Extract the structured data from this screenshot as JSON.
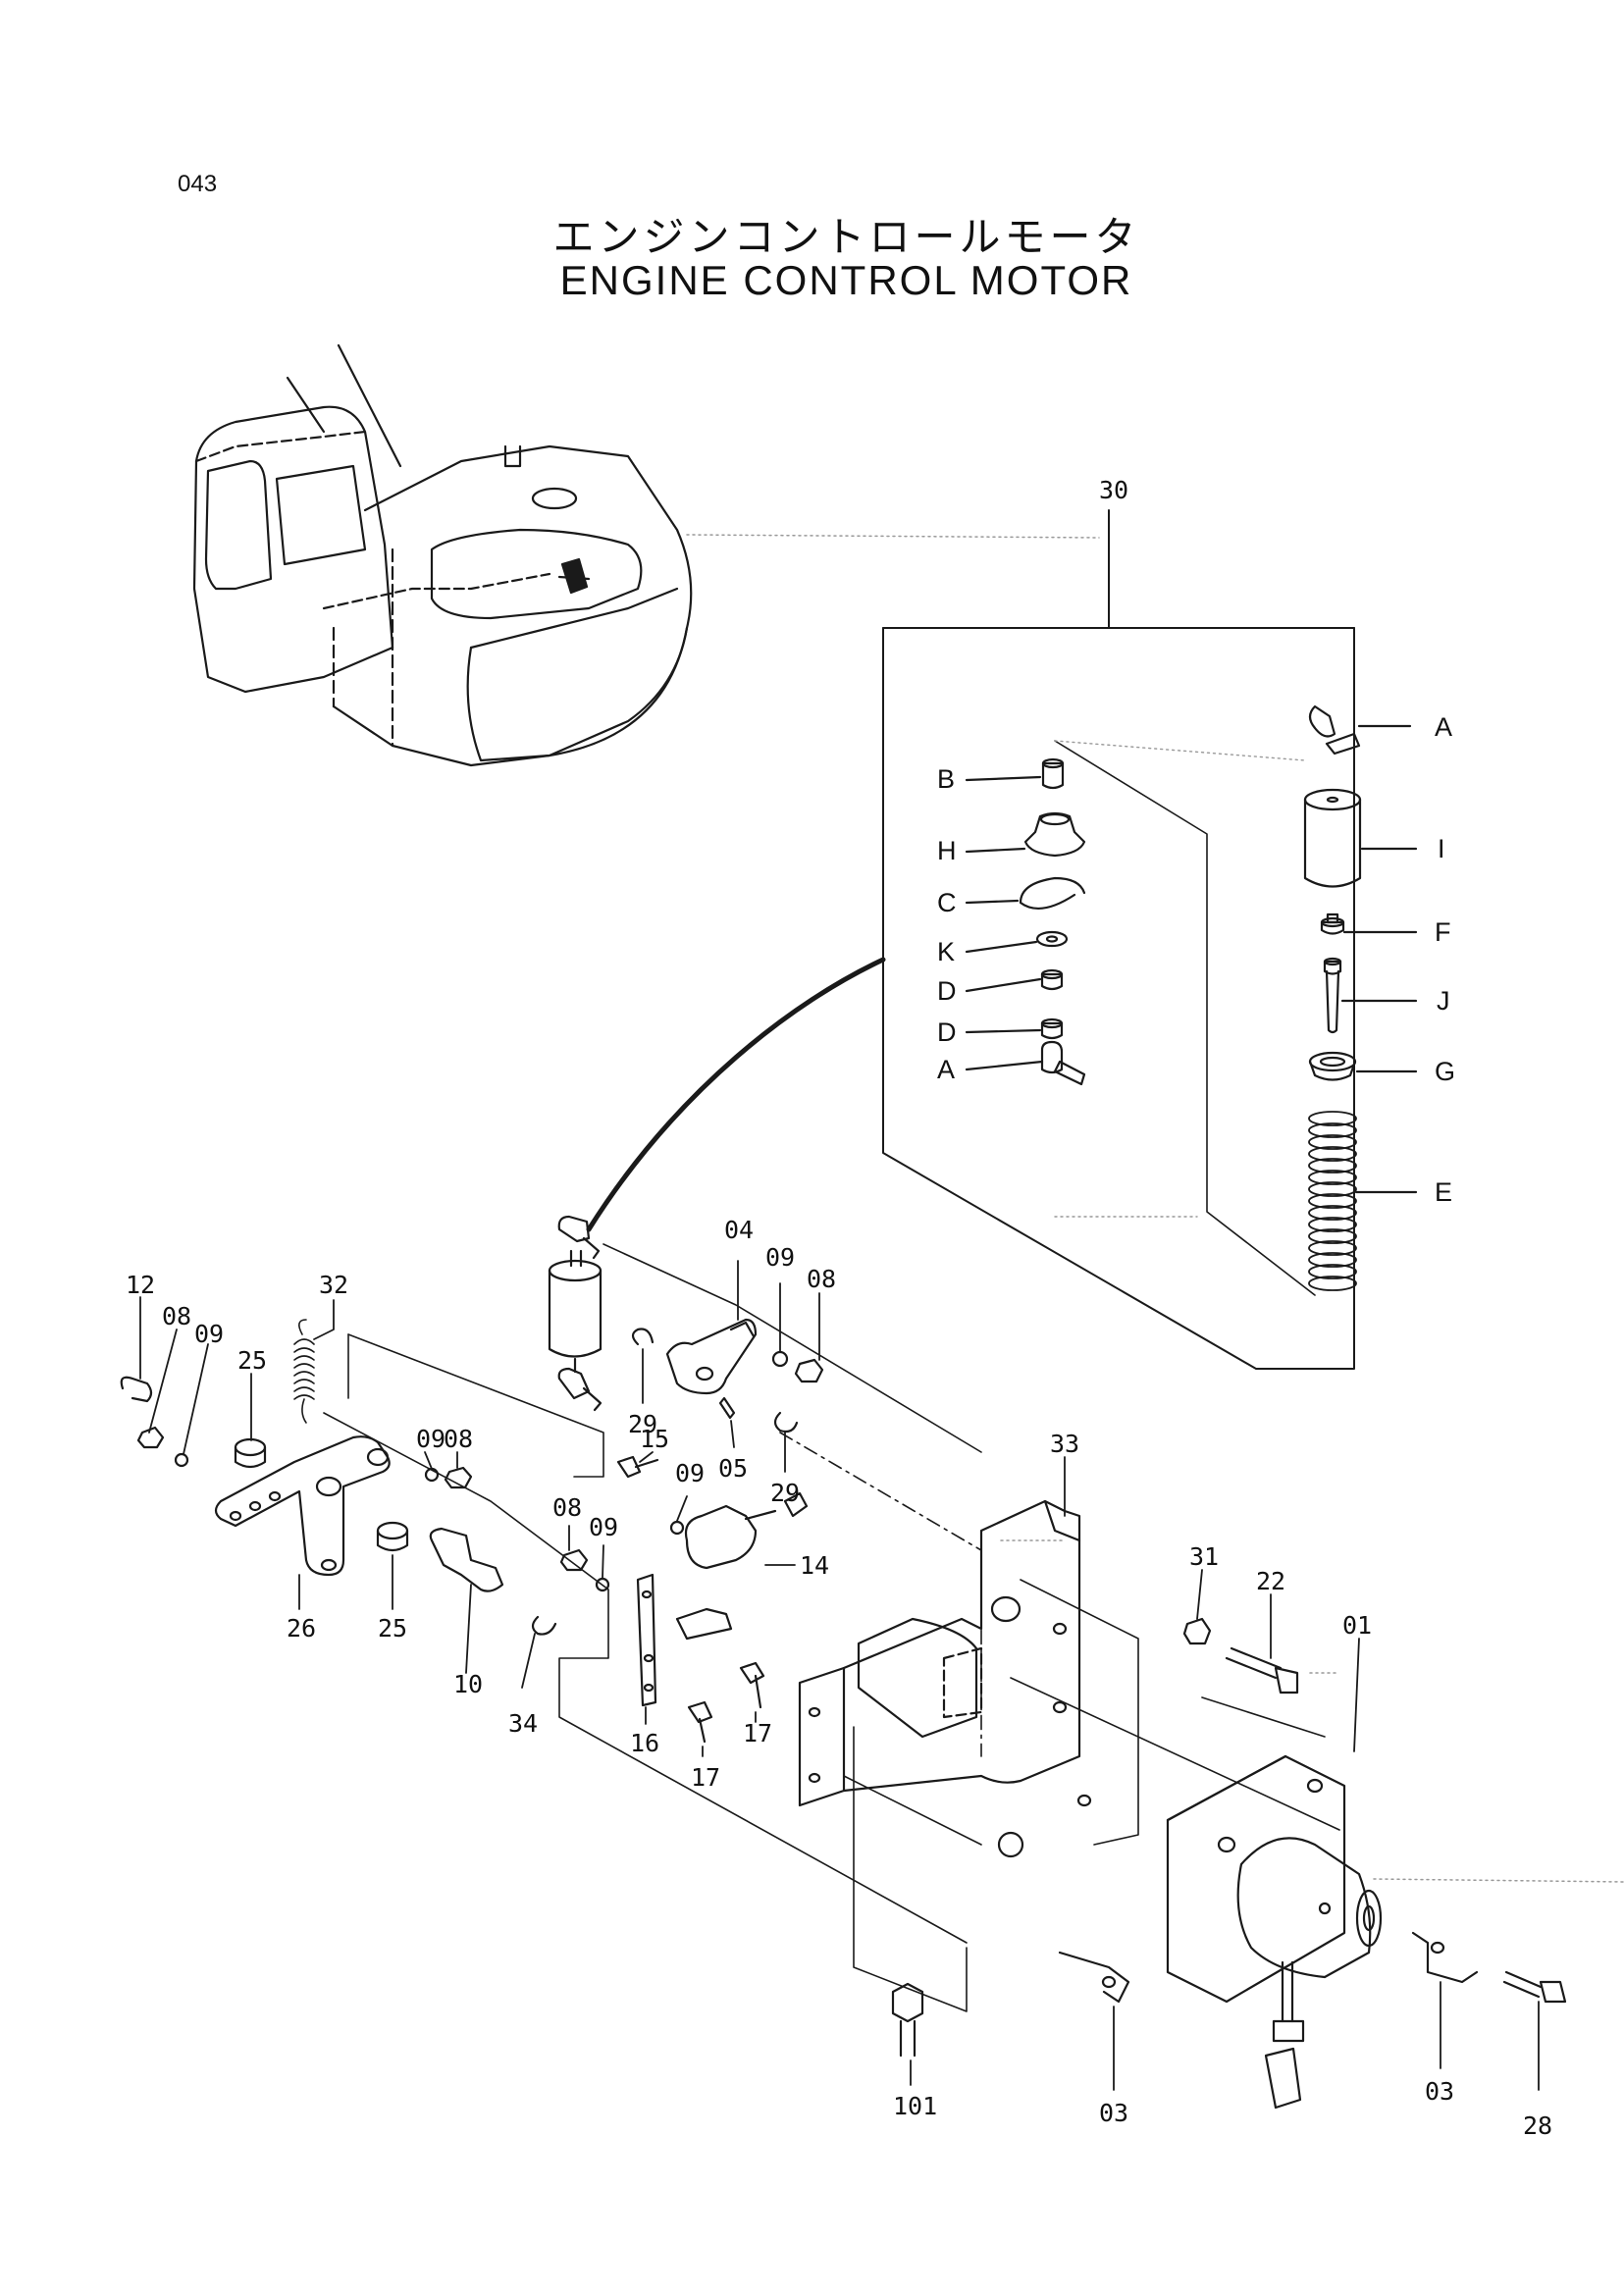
{
  "page_number": "043",
  "title_jp": "エンジンコントロールモータ",
  "title_en": "ENGINE CONTROL MOTOR",
  "callouts": {
    "c30": "30",
    "c04": "04",
    "c09a": "09",
    "c08a": "08",
    "c12": "12",
    "c08b": "08",
    "c09b": "09",
    "c25a": "25",
    "c32": "32",
    "c29a": "29",
    "c05": "05",
    "c09c": "09",
    "c08c": "08",
    "c15": "15",
    "c09d": "09",
    "c29b": "29",
    "c33": "33",
    "c08d": "08",
    "c09e": "09",
    "c14": "14",
    "c31": "31",
    "c22": "22",
    "c01": "01",
    "c26": "26",
    "c25b": "25",
    "c10": "10",
    "c34": "34",
    "c16": "16",
    "c17a": "17",
    "c17b": "17",
    "c101": "101",
    "c03a": "03",
    "c03b": "03",
    "c28": "28"
  },
  "kit_letters": {
    "A1": "A",
    "B": "B",
    "H": "H",
    "C": "C",
    "K": "K",
    "D1": "D",
    "D2": "D",
    "A2": "A",
    "I": "I",
    "F": "F",
    "J": "J",
    "G": "G",
    "E": "E"
  }
}
